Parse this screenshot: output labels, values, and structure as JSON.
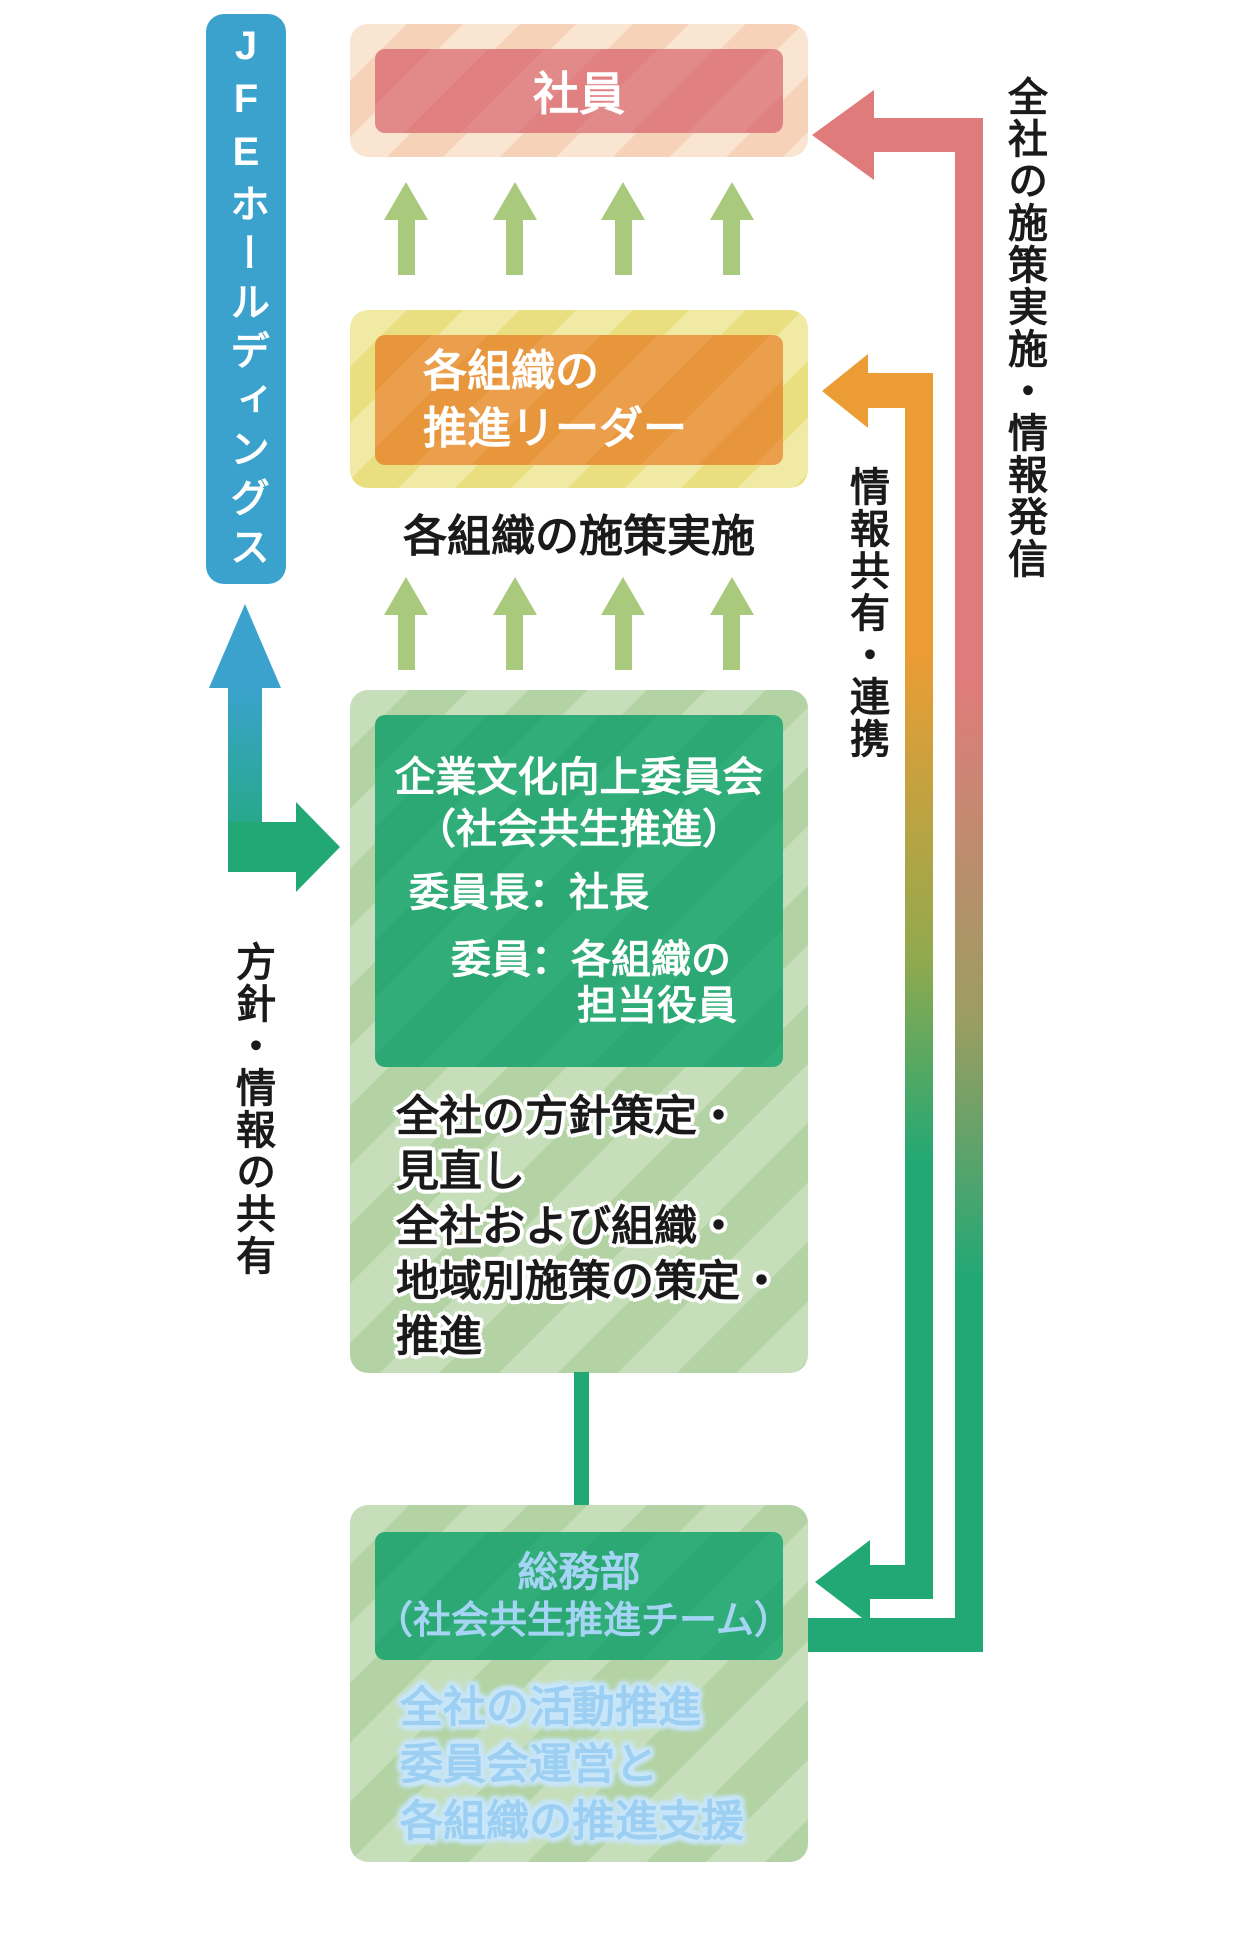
{
  "diagram": {
    "holding_label": "JFEホールディングス",
    "policy_share_label": "方針・情報の共有",
    "employees_label": "社員",
    "leaders_line1": "各組織の",
    "leaders_line2": "推進リーダー",
    "org_implementation_label": "各組織の施策実施",
    "committee": {
      "title1": "企業文化向上委員会",
      "title2": "（社会共生推進）",
      "chair": "委員長：社長",
      "members1": "委員：各組織の",
      "members2": "担当役員",
      "desc1": "全社の方針策定・",
      "desc2": "見直し",
      "desc3": "全社および組織・",
      "desc4": "地域別施策の策定・",
      "desc5": "推進"
    },
    "secretariat": {
      "title1": "総務部",
      "title2": "（社会共生推進チーム）",
      "desc1": "全社の活動推進",
      "desc2": "委員会運営と",
      "desc3": "各組織の推進支援"
    },
    "info_share_label": "情報共有・連携",
    "implementation_label": "全社の施策実施・情報発信"
  },
  "colors": {
    "holding_blue": "#3AA2CD",
    "employees_red": "#E08080",
    "leaders_orange": "#E8963B",
    "committee_green": "#2BA873",
    "small_arrow_green": "#A9CA7D",
    "flow_green": "#22A875",
    "info_line_orange": "#EC9C34",
    "implementation_line_red": "#E07B7B",
    "secretariat_text_blue": "#A6D4F4",
    "stripe_peach": "#FAE5D2",
    "stripe_yellow": "#F1EAA4",
    "stripe_light_green": "#C6DFBA"
  }
}
